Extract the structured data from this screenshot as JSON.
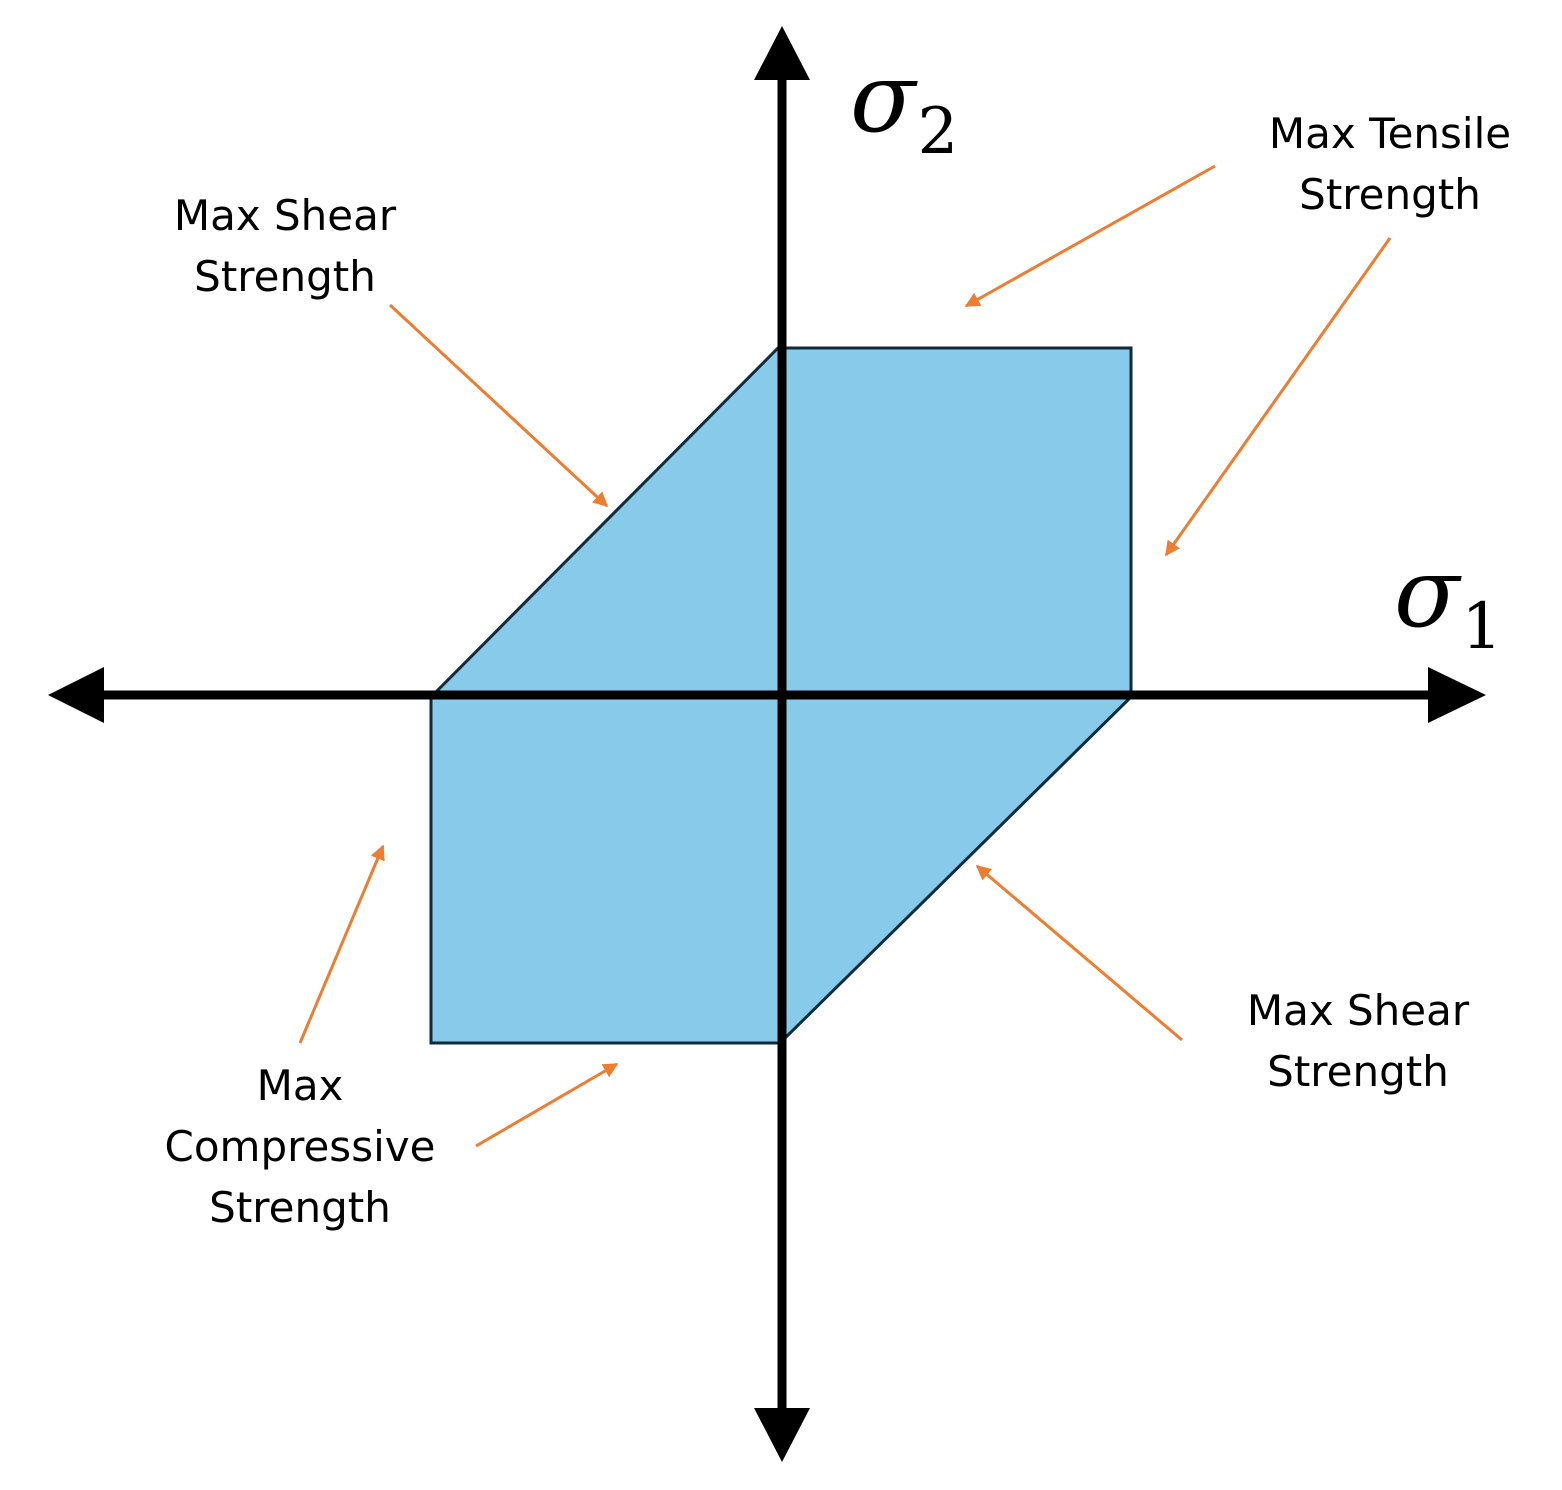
{
  "axes": {
    "sigma1": {
      "symbol": "σ",
      "subscript": "1"
    },
    "sigma2": {
      "symbol": "σ",
      "subscript": "2"
    }
  },
  "labels": {
    "max_tensile": [
      "Max Tensile",
      "Strength"
    ],
    "max_shear_top": [
      "Max Shear",
      "Strength"
    ],
    "max_shear_bottom": [
      "Max Shear",
      "Strength"
    ],
    "max_compressive": [
      "Max",
      "Compressive",
      "Strength"
    ]
  },
  "colors": {
    "region_fill": "#87CAEA",
    "region_stroke": "#0F2B3C",
    "axis": "#000000",
    "pointer": "#ED7D31"
  }
}
